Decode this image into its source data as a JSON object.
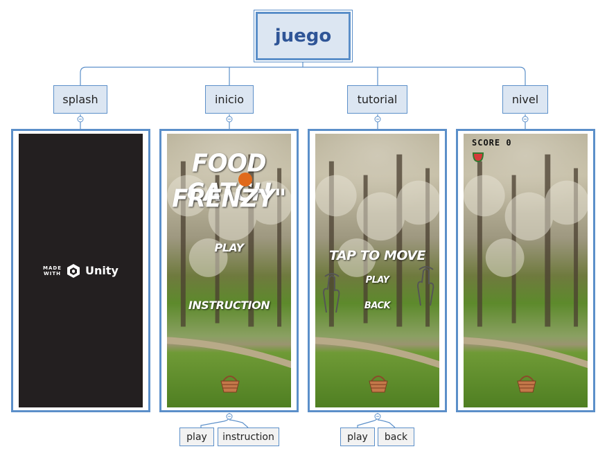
{
  "root": {
    "label": "juego"
  },
  "screens": [
    {
      "label": "splash",
      "content": {
        "logo_made": "MADE",
        "logo_with": "WITH",
        "logo_brand": "Unity"
      }
    },
    {
      "label": "inicio",
      "content": {
        "title_line1": "FOOD CATCH",
        "title_line2": "FRENZY\"",
        "play": "PLAY",
        "instruction": "INSTRUCTION"
      },
      "children": [
        "play",
        "instruction"
      ]
    },
    {
      "label": "tutorial",
      "content": {
        "heading": "TAP TO MOVE",
        "play": "PLAY",
        "back": "BACK"
      },
      "children": [
        "play",
        "back"
      ]
    },
    {
      "label": "nivel",
      "content": {
        "score": "SCORE 0"
      }
    }
  ],
  "colors": {
    "node_fill": "#dce6f2",
    "border": "#5b8fc9",
    "root_text": "#2f5597",
    "splash_bg": "#231f20"
  }
}
